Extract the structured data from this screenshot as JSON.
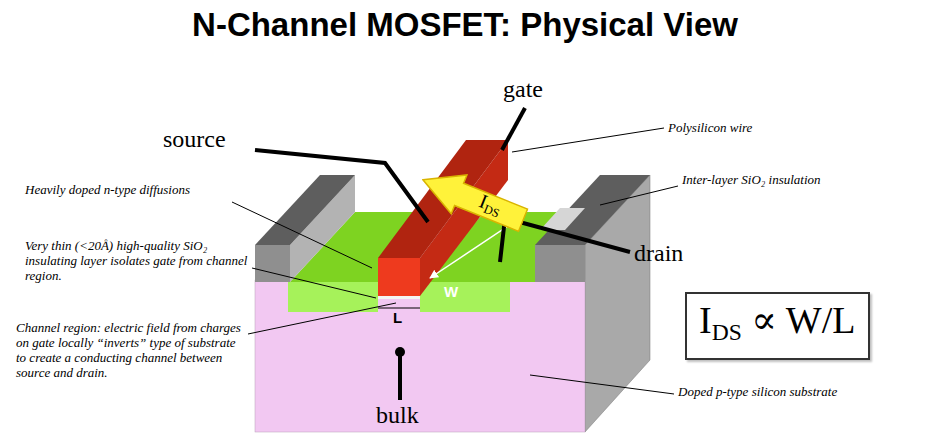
{
  "diagram": {
    "title": "N-Channel MOSFET: Physical View",
    "nodes": [
      {
        "text": [
          "IDS"
        ]
      },
      {
        "text": [
          "IDS ∝ W/L"
        ]
      }
    ],
    "labels": [
      "gate",
      "source",
      "drain",
      "bulk",
      "Polysilicon wire",
      "Inter-layer SiO₂ insulation",
      "Heavily doped n-type diffusions",
      "Very thin (<20Å) high-quality SiO₂ insulating layer isolates gate from channel region.",
      "Channel region: electric field from charges on gate locally “inverts” type of substrate to create a conducting channel between source and drain.",
      "Doped p-type silicon substrate",
      "W",
      "L"
    ]
  }
}
